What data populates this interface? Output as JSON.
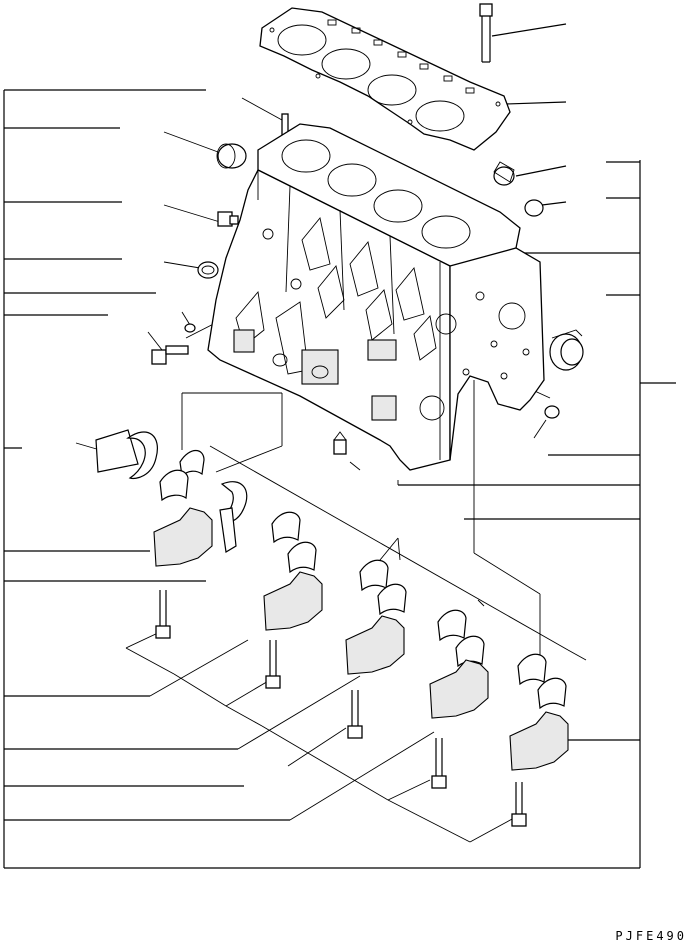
{
  "drawing_code": "PJFE490",
  "parts": [
    {
      "name": "cylinder-head-gasket"
    },
    {
      "name": "head-bolt"
    },
    {
      "name": "dowel-pin"
    },
    {
      "name": "expansion-plug"
    },
    {
      "name": "plug-bolt"
    },
    {
      "name": "o-ring"
    },
    {
      "name": "cylinder-block"
    },
    {
      "name": "oil-seal"
    },
    {
      "name": "thrust-washer"
    },
    {
      "name": "main-bearing"
    },
    {
      "name": "main-bearing-cap"
    },
    {
      "name": "cap-bolt"
    },
    {
      "name": "drain-plug"
    }
  ]
}
